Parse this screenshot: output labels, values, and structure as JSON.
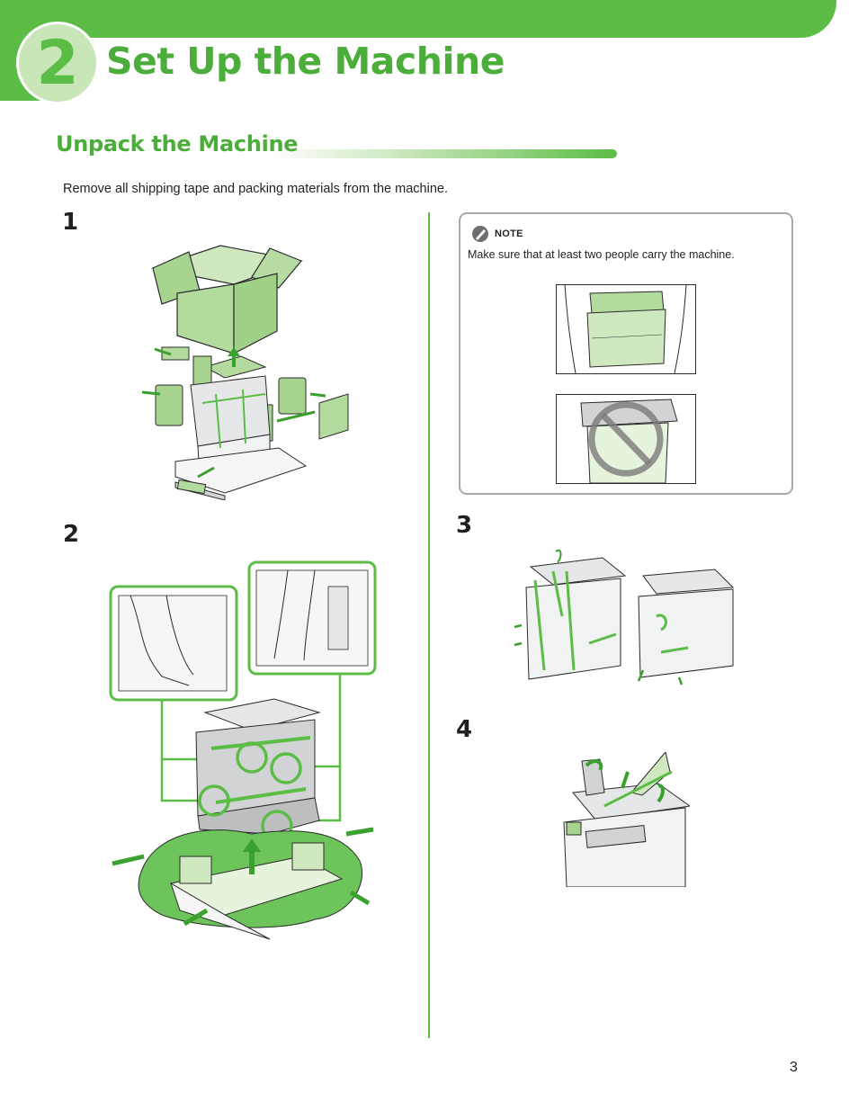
{
  "chapter": {
    "number": "2",
    "title": "Set Up the Machine"
  },
  "section": {
    "title": "Unpack the Machine"
  },
  "intro": "Remove all shipping tape and packing materials from the machine.",
  "steps": [
    "1",
    "2",
    "3",
    "4"
  ],
  "note": {
    "label": "NOTE",
    "text": "Make sure that at least two people carry the machine."
  },
  "page_number": "3",
  "colors": {
    "accent": "#5cbd46",
    "accent_light": "#c9e6b9",
    "note_border": "#a7a9ac"
  },
  "icons": [
    "pencil-note-icon",
    "prohibited-icon",
    "arrow-icon"
  ]
}
